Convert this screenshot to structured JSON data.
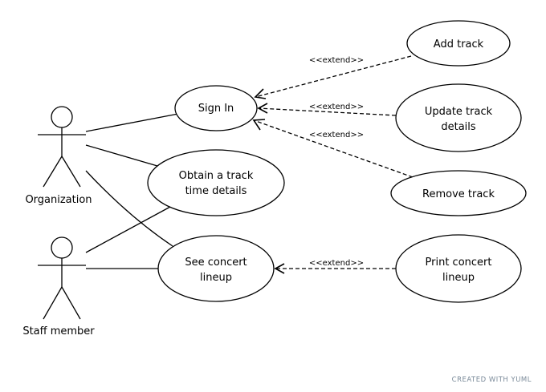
{
  "actors": {
    "organization": "Organization",
    "staff": "Staff member"
  },
  "use_cases": {
    "sign_in": [
      "Sign In"
    ],
    "obtain_track": [
      "Obtain a track",
      "time details"
    ],
    "see_lineup": [
      "See concert",
      "lineup"
    ],
    "add_track": [
      "Add track"
    ],
    "update_track": [
      "Update track",
      "details"
    ],
    "remove_track": [
      "Remove track"
    ],
    "print_lineup": [
      "Print concert",
      "lineup"
    ]
  },
  "relations": {
    "extend_label": "<<extend>>"
  },
  "footer": "CREATED WITH YUML"
}
